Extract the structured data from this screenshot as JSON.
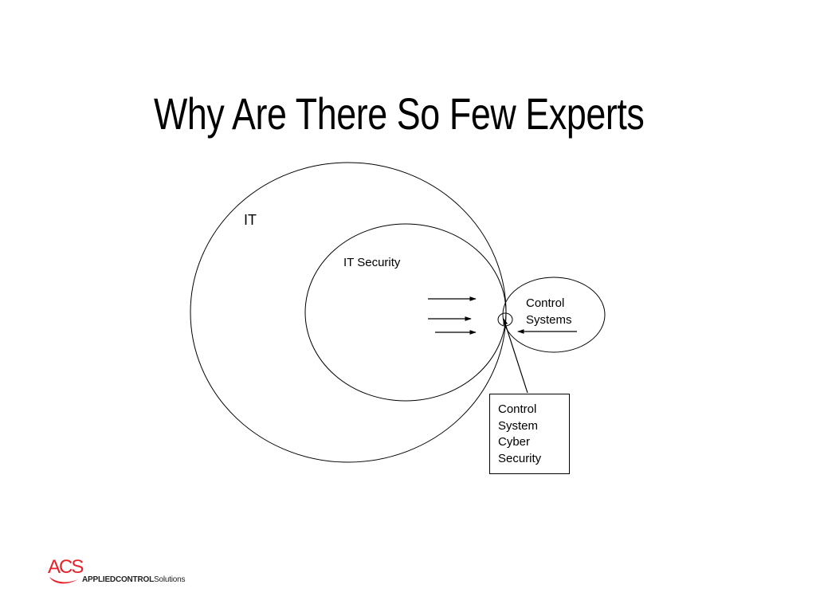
{
  "slide": {
    "title": "Why Are There So Few Experts"
  },
  "diagram": {
    "circles": {
      "it": "IT",
      "it_security": "IT Security",
      "control_systems": [
        "Control",
        "Systems"
      ]
    },
    "intersection_box": [
      "Control",
      "System",
      "Cyber",
      "Security"
    ]
  },
  "logo": {
    "mark": "ACS",
    "wordmark_bold": "APPLIEDCONTROL",
    "wordmark_light": "Solutions",
    "brand_color": "#e8202a"
  }
}
